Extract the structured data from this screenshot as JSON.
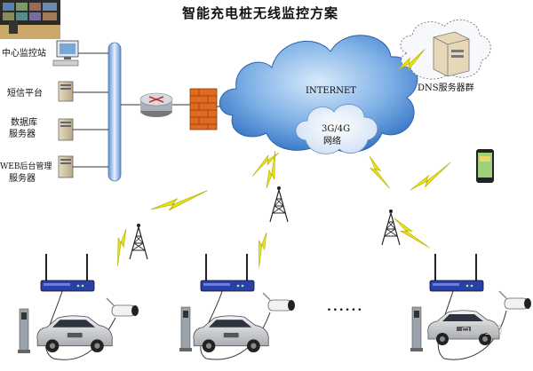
{
  "title": "智能充电桩无线监控方案",
  "nodes": {
    "monitoring_center": "中心监控站",
    "sms_platform": "短信平台",
    "database_server": [
      "数据库",
      "服务器"
    ],
    "web_server": [
      "WEB后台管理",
      "服务器"
    ],
    "internet": "INTERNET",
    "dns_servers": "DNS服务器群",
    "mobile_network": [
      "3G/4G",
      "网络"
    ],
    "ellipsis": "......",
    "watermark": "百度经验"
  },
  "colors": {
    "cloud": "#4a8fd6",
    "cloud_light": "#cfe3f7",
    "bolt": "#e8e21a",
    "bus": "#8fb7e6",
    "router": "#2a3fa8",
    "firewall": "#e06a20"
  },
  "icons": {
    "bolt": "lightning-icon",
    "tower": "cell-tower-icon",
    "router": "4g-router-icon",
    "camera": "cctv-camera-icon",
    "car": "car-icon",
    "charger": "charging-pile-icon"
  }
}
